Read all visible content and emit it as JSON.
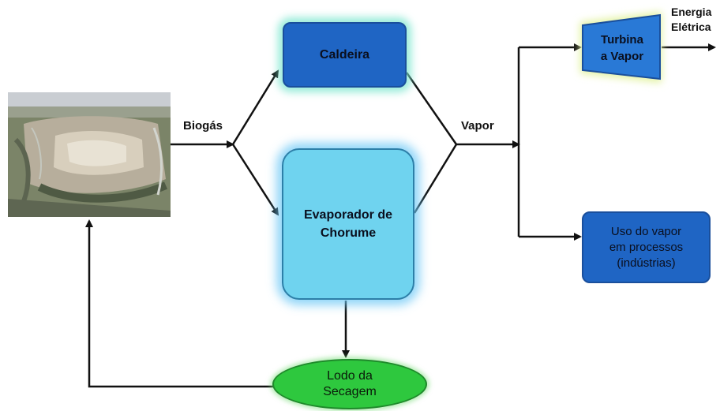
{
  "nodes": {
    "caldeira": "Caldeira",
    "evaporador": "Evaporador de\nChorume",
    "turbina": "Turbina\na Vapor",
    "uso_vapor": "Uso do vapor\nem processos\n(indústrias)",
    "lodo": "Lodo da\nSecagem"
  },
  "labels": {
    "biogas": "Biogás",
    "vapor": "Vapor",
    "energia": "Energia\nElétrica"
  },
  "photo": {
    "subject": "aerial-landfill-photo"
  },
  "colors": {
    "caldeira_fill": "#1f65c4",
    "evaporador_fill": "#6fd3ef",
    "turbina_fill": "#2979d6",
    "uso_fill": "#1f65c4",
    "lodo_fill": "#2ec83e",
    "glow_caldeira": "#78e6cd",
    "glow_turbina": "#e2f2a0"
  }
}
